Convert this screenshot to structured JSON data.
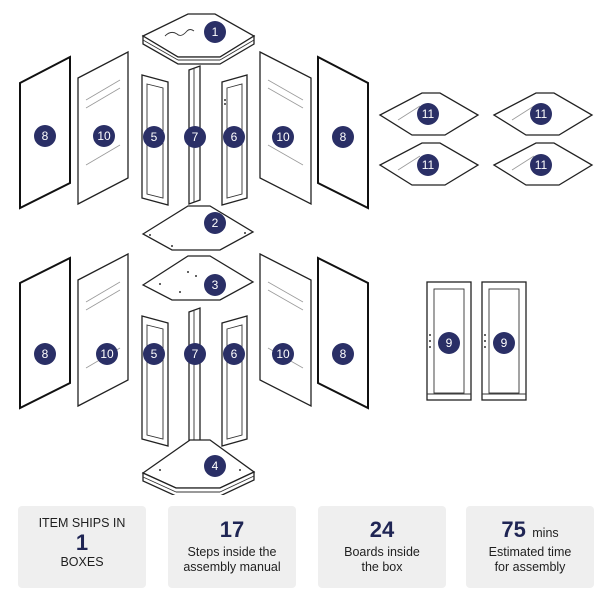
{
  "diagram": {
    "part_labels": {
      "top_cap": "1",
      "shelf_2": "2",
      "shelf_3": "3",
      "base": "4",
      "side_frame_left": "5",
      "side_frame_right": "6",
      "center_post": "7",
      "back_panel": "8",
      "door": "9",
      "glass_panel": "10",
      "glass_shelf": "11"
    }
  },
  "info_cards": {
    "ships": {
      "line1": "ITEM SHIPS IN",
      "value": "1",
      "line2": "BOXES"
    },
    "steps": {
      "value": "17",
      "line1": "Steps inside the",
      "line2": "assembly manual"
    },
    "boards": {
      "value": "24",
      "line1": "Boards inside",
      "line2": "the box"
    },
    "time": {
      "value": "75",
      "unit": "mins",
      "line1": "Estimated time",
      "line2": "for assembly"
    }
  }
}
